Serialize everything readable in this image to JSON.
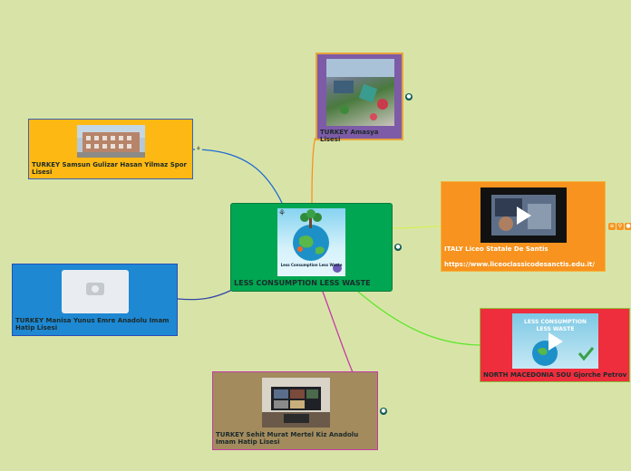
{
  "central": {
    "title": "LESS CONSUMPTION LESS WASTE",
    "poster_text": "Less Consumption Less Waste"
  },
  "nodes": {
    "amasya": {
      "label": "TURKEY Amasya Lisesi"
    },
    "samsun": {
      "label": "TURKEY Samsun Gulizar Hasan Yilmaz Spor Lisesi"
    },
    "italy": {
      "label": "ITALY Liceo Statale De Santis",
      "link": "https://www.liceoclassicodesanctis.edu.it/"
    },
    "manisa": {
      "label": "TURKEY Manisa Yunus Emre Anadolu Imam Hatip Lisesi"
    },
    "macedonia": {
      "label": "NORTH MACEDONIA SOU Gjorche Petrov",
      "video_title": "LESS CONSUMPTION LESS WASTE"
    },
    "sehit": {
      "label": "TURKEY Sehit Murat Mertel Kiz Anadolu Imam Hatip Lisesi"
    }
  },
  "colors": {
    "background": "#d8e4a7",
    "central": "#00a651",
    "amasya": "#7d5ba6",
    "samsun": "#fdb813",
    "italy": "#f7931e",
    "manisa": "#1e88d2",
    "macedonia": "#ee2d3d",
    "sehit": "#a38b5e"
  },
  "icons": [
    "branch-icon",
    "globe-icon",
    "play-icon",
    "camera-icon",
    "note-icon",
    "link-icon"
  ]
}
